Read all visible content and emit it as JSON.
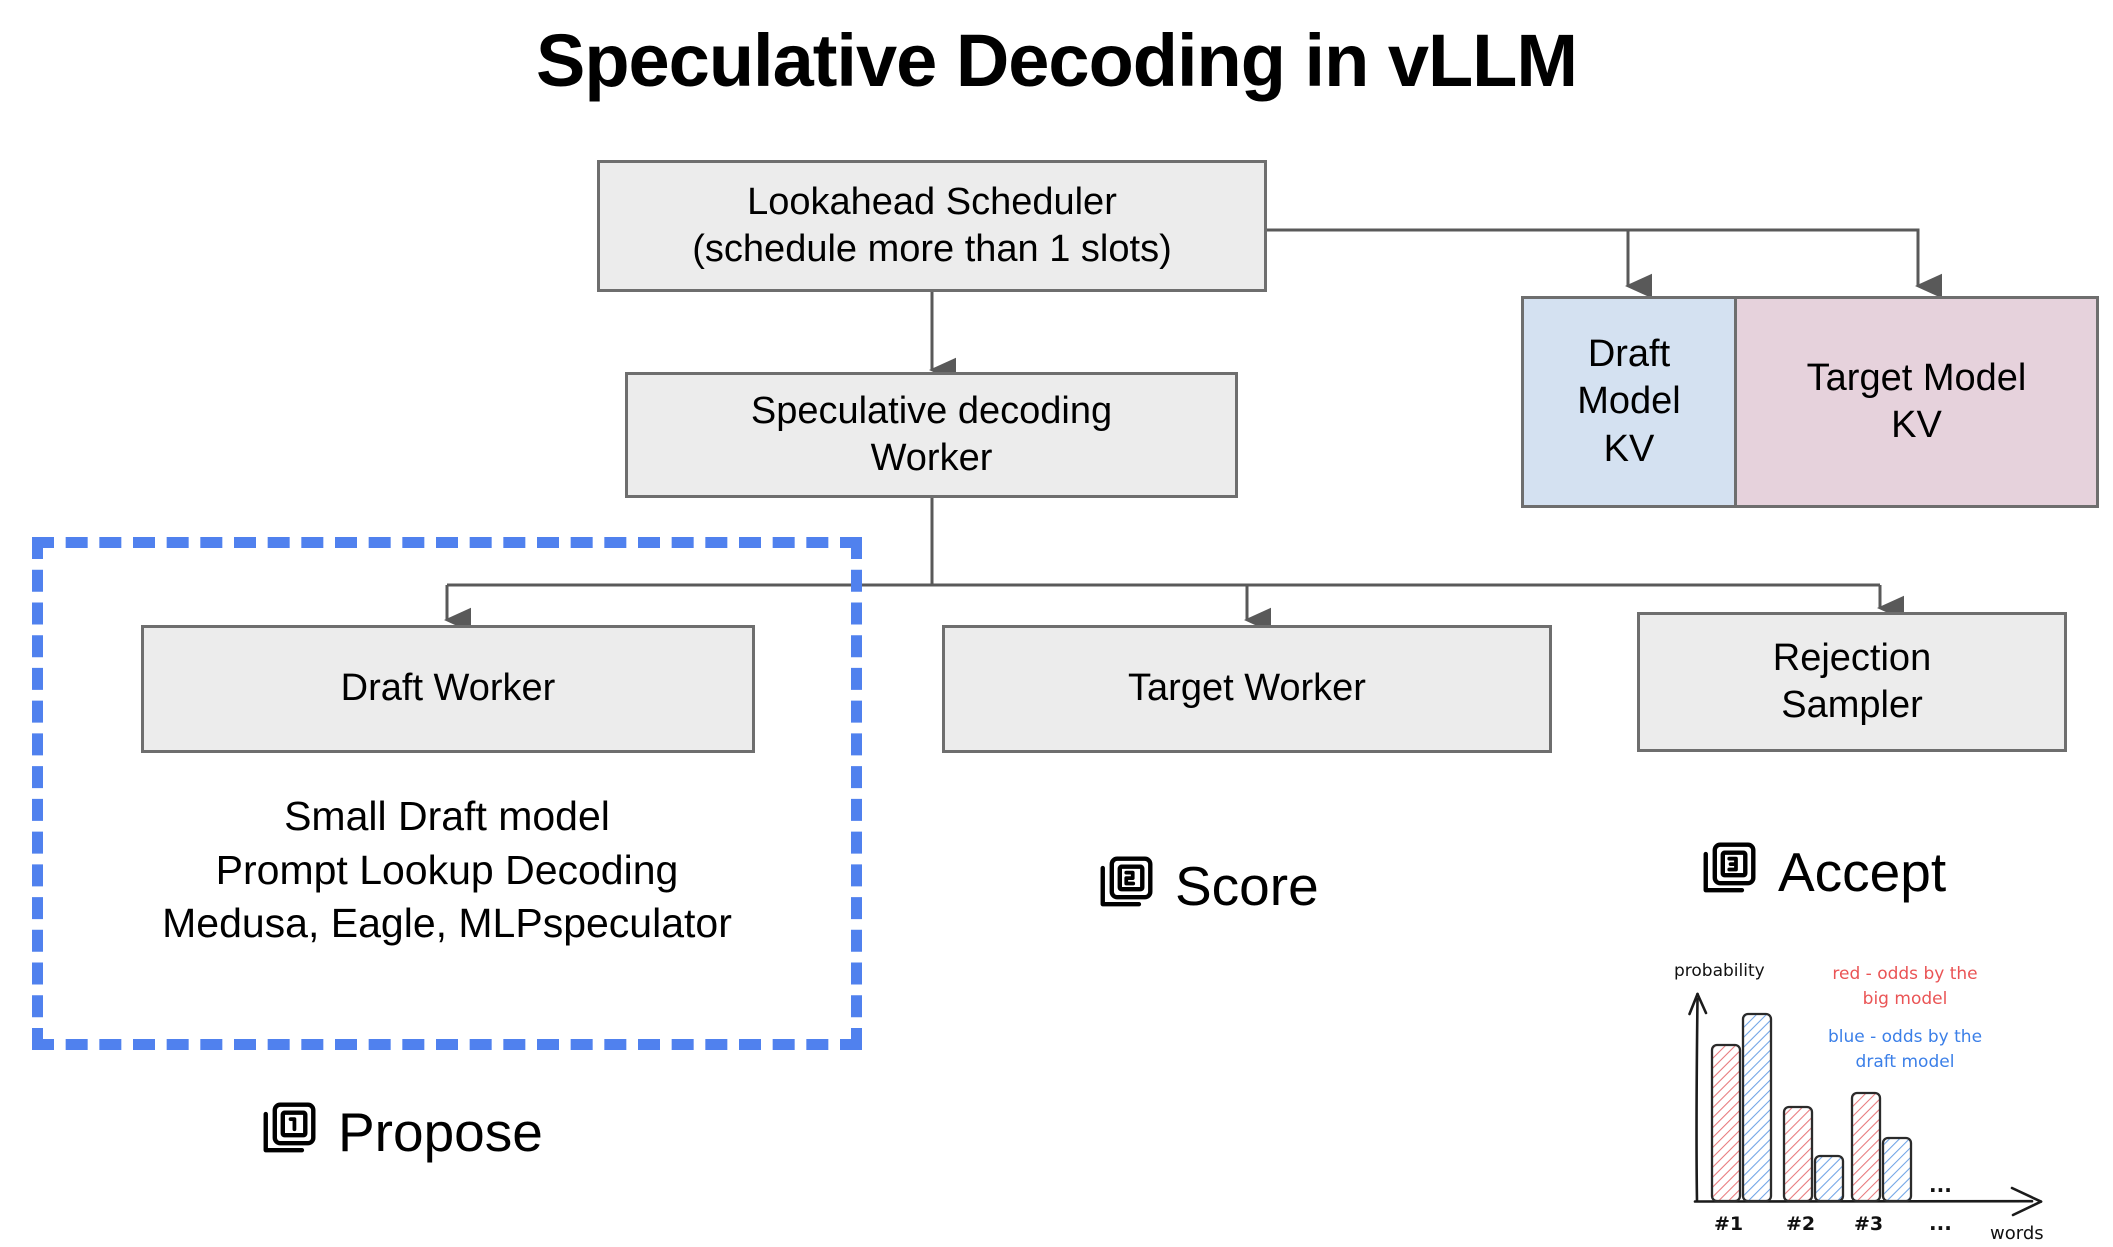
{
  "title": "Speculative Decoding in vLLM",
  "colors": {
    "box_fill": "#ECECEC",
    "box_border": "#6E6E6E",
    "draft_kv_fill": "#D4E1F1",
    "target_kv_fill": "#E6D2DC",
    "highlight_dashed": "#5081EE",
    "annotation_red": "#EA5455",
    "annotation_blue": "#3B7FE8"
  },
  "boxes": {
    "lookahead_scheduler": "Lookahead Scheduler\n(schedule more than 1 slots)",
    "spec_worker": "Speculative decoding\nWorker",
    "draft_worker": "Draft Worker",
    "target_worker": "Target Worker",
    "rejection_sampler": "Rejection\nSampler",
    "draft_model_kv": "Draft\nModel\nKV",
    "target_model_kv": "Target Model\nKV"
  },
  "draft_notes": "Small Draft model\nPrompt Lookup Decoding\nMedusa, Eagle, MLPspeculator",
  "steps": [
    {
      "number": "1",
      "label": "Propose",
      "icon": "number-card-1-icon"
    },
    {
      "number": "2",
      "label": "Score",
      "icon": "number-card-2-icon"
    },
    {
      "number": "3",
      "label": "Accept",
      "icon": "number-card-3-icon"
    }
  ],
  "chart_data": {
    "type": "bar",
    "title": "",
    "xlabel": "words",
    "ylabel": "probability",
    "categories": [
      "#1",
      "#2",
      "#3",
      "..."
    ],
    "series": [
      {
        "name": "red - odds by the big model",
        "color": "#EA5455",
        "values": [
          0.78,
          0.48,
          0.55
        ]
      },
      {
        "name": "blue - odds by the draft model",
        "color": "#3B7FE8",
        "values": [
          0.95,
          0.22,
          0.3
        ]
      }
    ],
    "annotations": [
      {
        "text": "red - odds by the\nbig model",
        "color": "#EA5455"
      },
      {
        "text": "blue - odds by the\ndraft model",
        "color": "#3B7FE8"
      }
    ],
    "ylim": [
      0,
      1
    ],
    "grid": false,
    "legend_position": "inside-top-right",
    "style": "hand-drawn"
  }
}
